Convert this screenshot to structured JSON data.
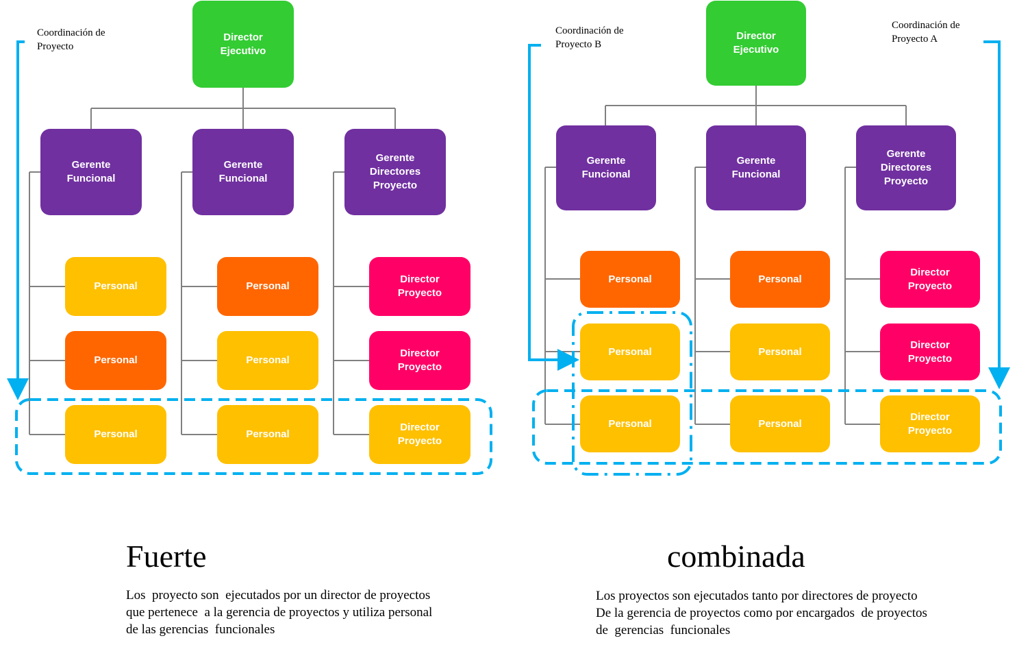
{
  "colors": {
    "green": "#33cc33",
    "purple": "#7030a0",
    "yellow": "#ffc000",
    "orange": "#ff6600",
    "pink": "#ff0066",
    "connector": "#808080",
    "highlight": "#00b0f0"
  },
  "left": {
    "coord_label": [
      "Coordinación de",
      "Proyecto"
    ],
    "director": "Director\nEjecutivo",
    "managers": [
      "Gerente\nFuncional",
      "Gerente\nFuncional",
      "Gerente\nDirectores\nProyecto"
    ],
    "rows": [
      [
        "Personal",
        "Personal",
        "Director\nProyecto"
      ],
      [
        "Personal",
        "Personal",
        "Director\nProyecto"
      ],
      [
        "Personal",
        "Personal",
        "Director\nProyecto"
      ]
    ],
    "title": "Fuerte",
    "description": "Los  proyecto son  ejecutados por un director de proyectos\nque pertenece  a la gerencia de proyectos y utiliza personal\nde las gerencias  funcionales"
  },
  "right": {
    "coord_b_label": [
      "Coordinación de",
      "Proyecto B"
    ],
    "coord_a_label": [
      "Coordinación de",
      "Proyecto A"
    ],
    "director": "Director\nEjecutivo",
    "managers": [
      "Gerente\nFuncional",
      "Gerente\nFuncional",
      "Gerente\nDirectores\nProyecto"
    ],
    "rows": [
      [
        "Personal",
        "Personal",
        "Director\nProyecto"
      ],
      [
        "Personal",
        "Personal",
        "Director\nProyecto"
      ],
      [
        "Personal",
        "Personal",
        "Director\nProyecto"
      ]
    ],
    "title": "combinada",
    "description": "Los proyectos son ejecutados tanto por directores de proyecto\nDe la gerencia de proyectos como por encargados  de proyectos\nde  gerencias  funcionales"
  }
}
